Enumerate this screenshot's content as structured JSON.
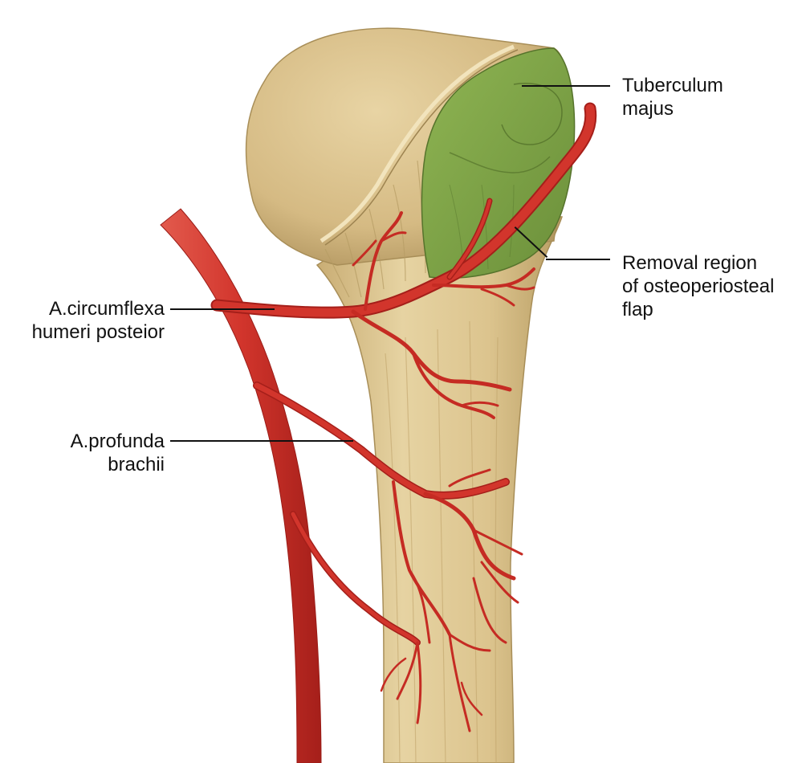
{
  "labels": {
    "tuberculum": {
      "line1": "Tuberculum",
      "line2": "majus"
    },
    "removal": {
      "line1": "Removal region",
      "line2": "of osteoperiosteal",
      "line3": "flap"
    },
    "circumflexa": {
      "line1": "A.circumflexa",
      "line2": "humeri posteior"
    },
    "profunda": {
      "line1": "A.profunda",
      "line2": "brachii"
    }
  },
  "colors": {
    "bone": "#d9c08a",
    "bone_shadow": "#b39a62",
    "flap": "#7ca046",
    "artery": "#d2352c",
    "artery_dark": "#a51f1a"
  }
}
